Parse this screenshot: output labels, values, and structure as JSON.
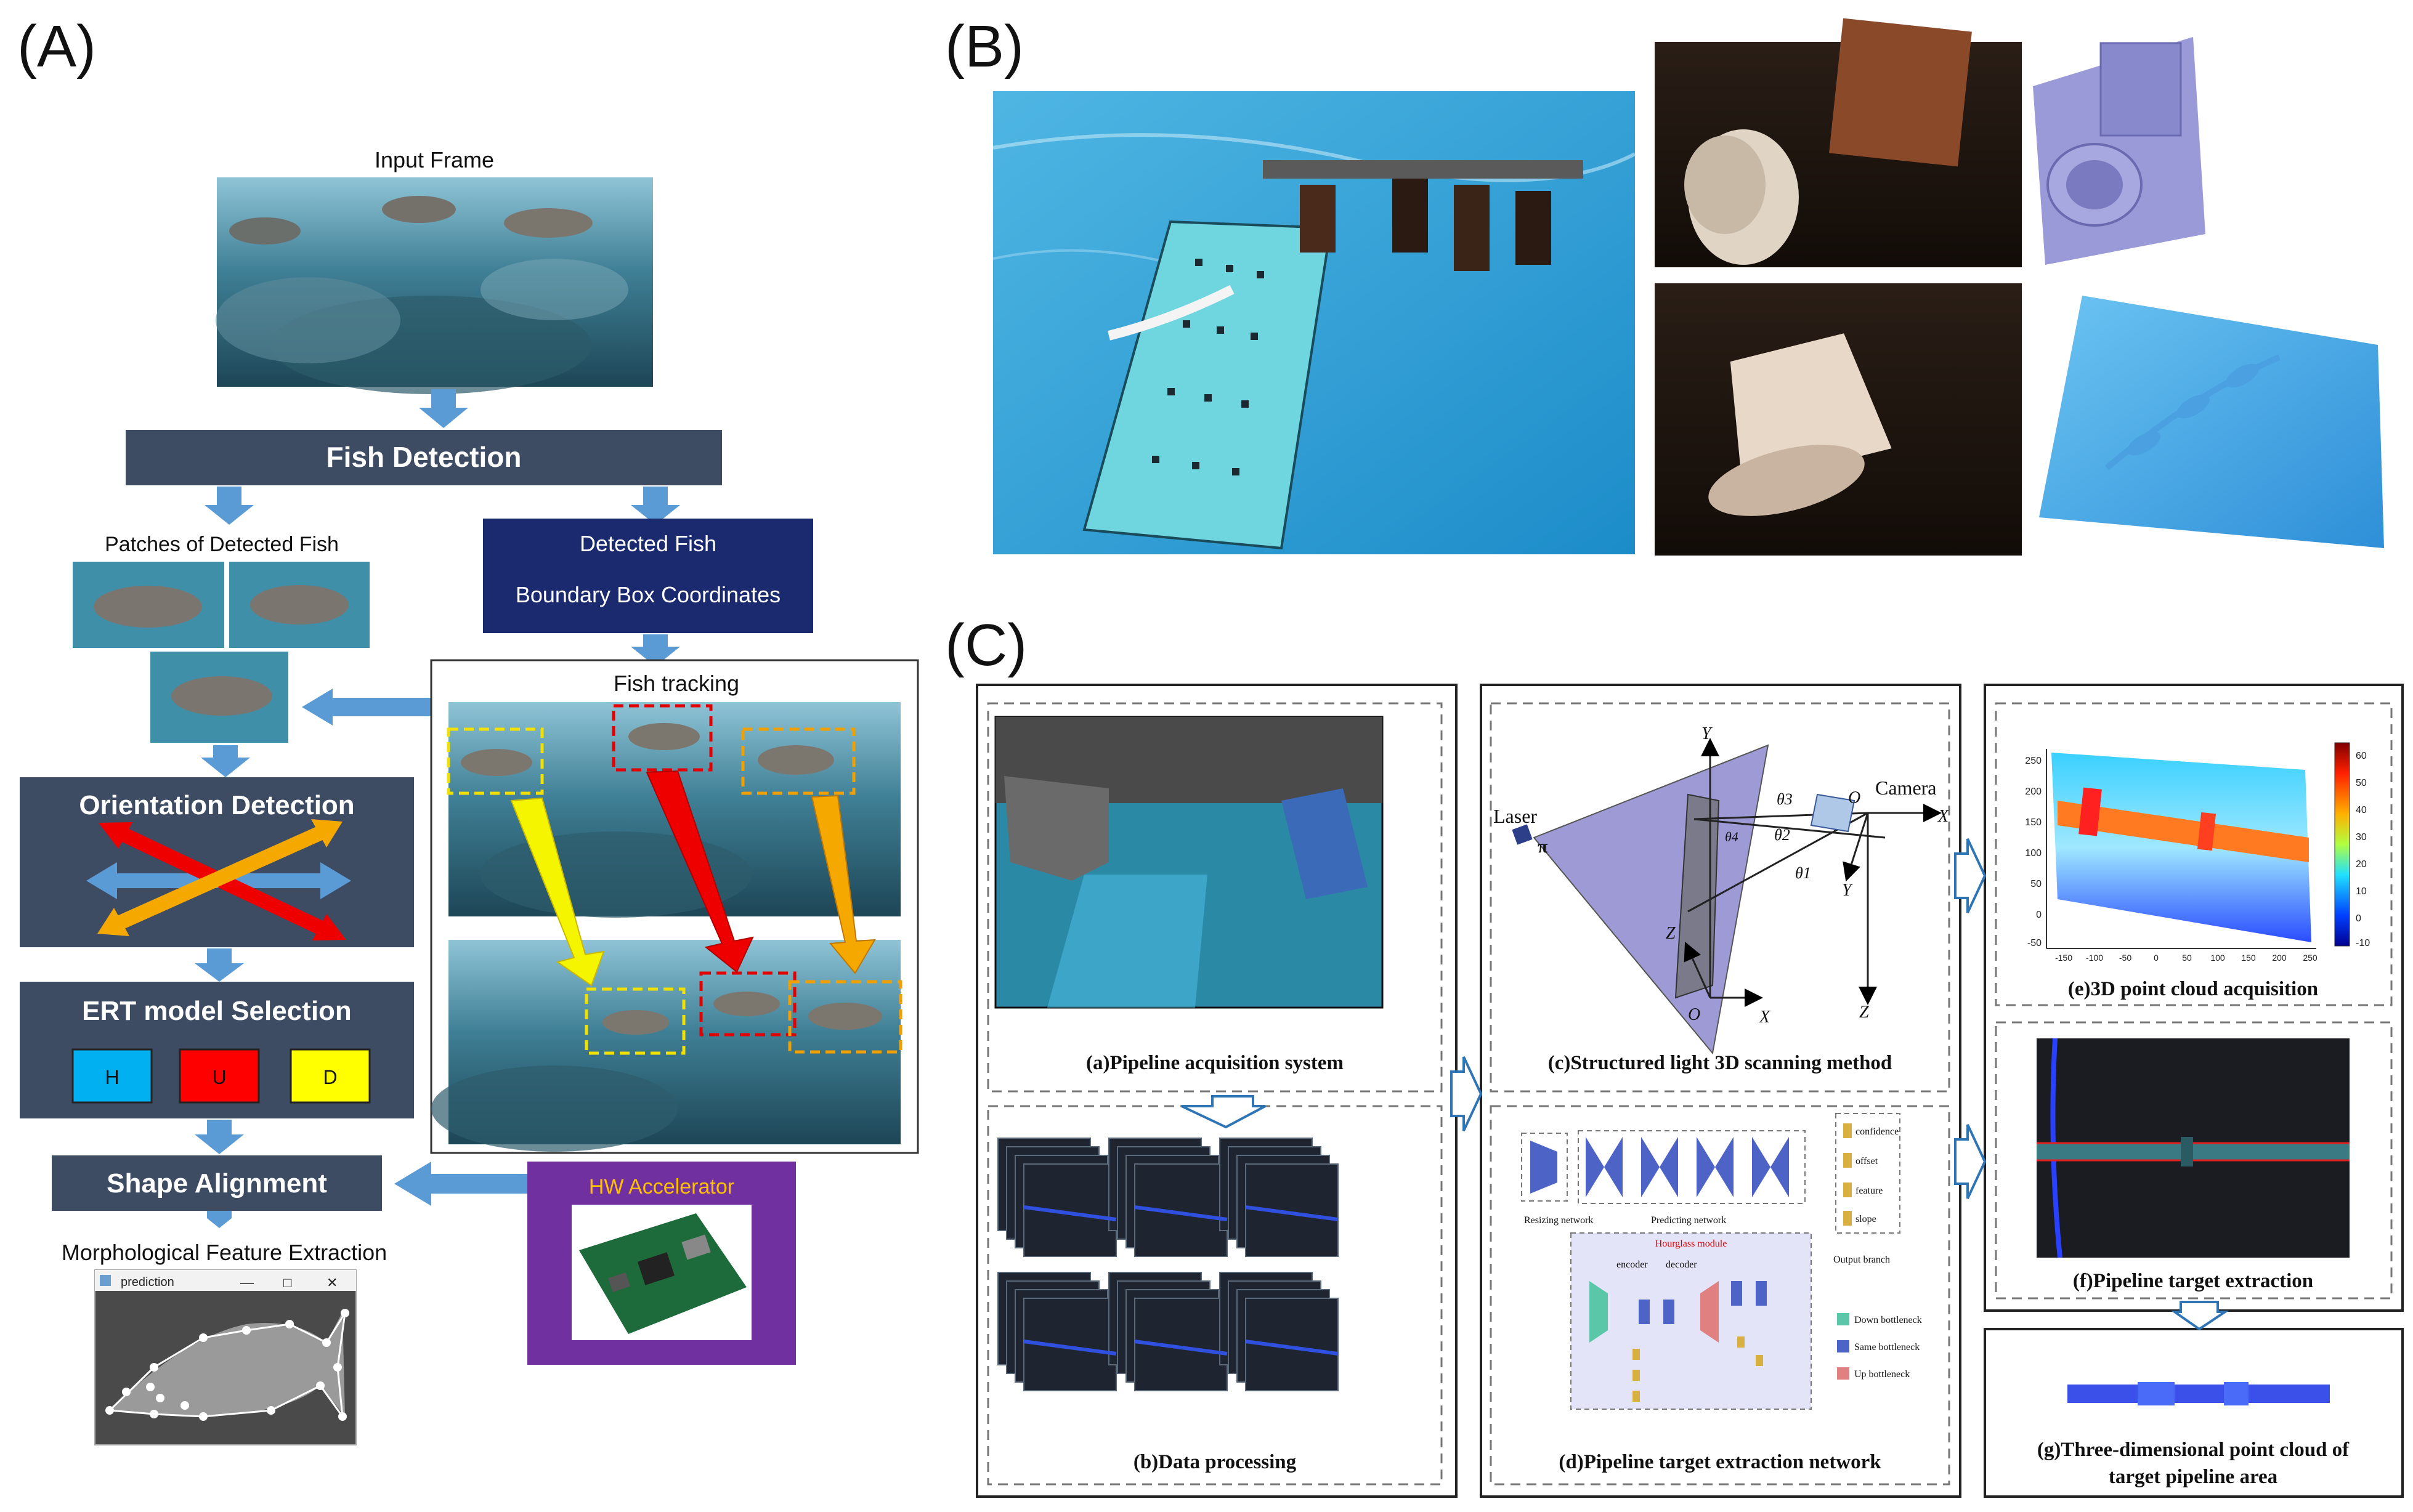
{
  "panel_a": {
    "letter": "(A)",
    "input_frame_label": "Input Frame",
    "fish_detection_label": "Fish Detection",
    "patches_label": "Patches of Detected Fish",
    "detected_fish_line1": "Detected Fish",
    "detected_fish_line2": "Boundary Box Coordinates",
    "fish_tracking_label": "Fish tracking",
    "orientation_label": "Orientation Detection",
    "ert_label": "ERT model Selection",
    "ert_options": [
      "H",
      "U",
      "D"
    ],
    "shape_alignment_label": "Shape Alignment",
    "hw_accelerator_label": "HW Accelerator",
    "morph_label": "Morphological Feature Extraction",
    "prediction_window_title": "prediction",
    "prediction_window_controls": [
      "—",
      "□",
      "✕"
    ]
  },
  "panel_b": {
    "letter": "(B)"
  },
  "panel_c": {
    "letter": "(C)",
    "captions": {
      "a": "(a)Pipeline acquisition system",
      "b": "(b)Data processing",
      "c": "(c)Structured light 3D scanning method",
      "d": "(d)Pipeline target extraction network",
      "e": "(e)3D point cloud acquisition",
      "f": "(f)Pipeline target extraction",
      "g_line1": "(g)Three-dimensional point cloud of",
      "g_line2": "target pipeline area"
    },
    "scan_labels": {
      "laser": "Laser",
      "camera": "Camera",
      "pi": "π",
      "yw": "Y",
      "xw": "X",
      "zw": "Z",
      "ow": "O",
      "oc": "O",
      "xc": "X",
      "yc": "Y",
      "zc": "Z",
      "theta1": "θ1",
      "theta2": "θ2",
      "theta3": "θ3",
      "theta4": "θ4"
    },
    "network": {
      "resizing": "Resizing network",
      "predicting": "Predicting network",
      "hourglass": "Hourglass module",
      "encoder": "encoder",
      "decoder": "decoder",
      "output_branch": "Output branch",
      "outputs": [
        "confidence",
        "offset",
        "feature",
        "slope"
      ],
      "legend": [
        "Down bottleneck",
        "Same bottleneck",
        "Up bottleneck"
      ]
    },
    "pointcloud_axes": {
      "y_ticks": [
        "250",
        "200",
        "150",
        "100",
        "50",
        "0",
        "-50"
      ],
      "x_ticks": [
        "-150",
        "-100",
        "-50",
        "0",
        "50",
        "100",
        "150",
        "200",
        "250"
      ],
      "colorbar_ticks": [
        "60",
        "50",
        "40",
        "30",
        "20",
        "10",
        "0",
        "-10"
      ]
    }
  },
  "colors": {
    "dark_box": "#3e4c63",
    "navy_box": "#1b2a6e",
    "arrow_blue": "#5b9bd5",
    "purple": "#7030a0",
    "h_cyan": "#00b0f0",
    "u_red": "#ff0000",
    "d_yellow": "#ffff00",
    "hw_text": "#ffc000",
    "water_blue": "#2aa2d8"
  }
}
